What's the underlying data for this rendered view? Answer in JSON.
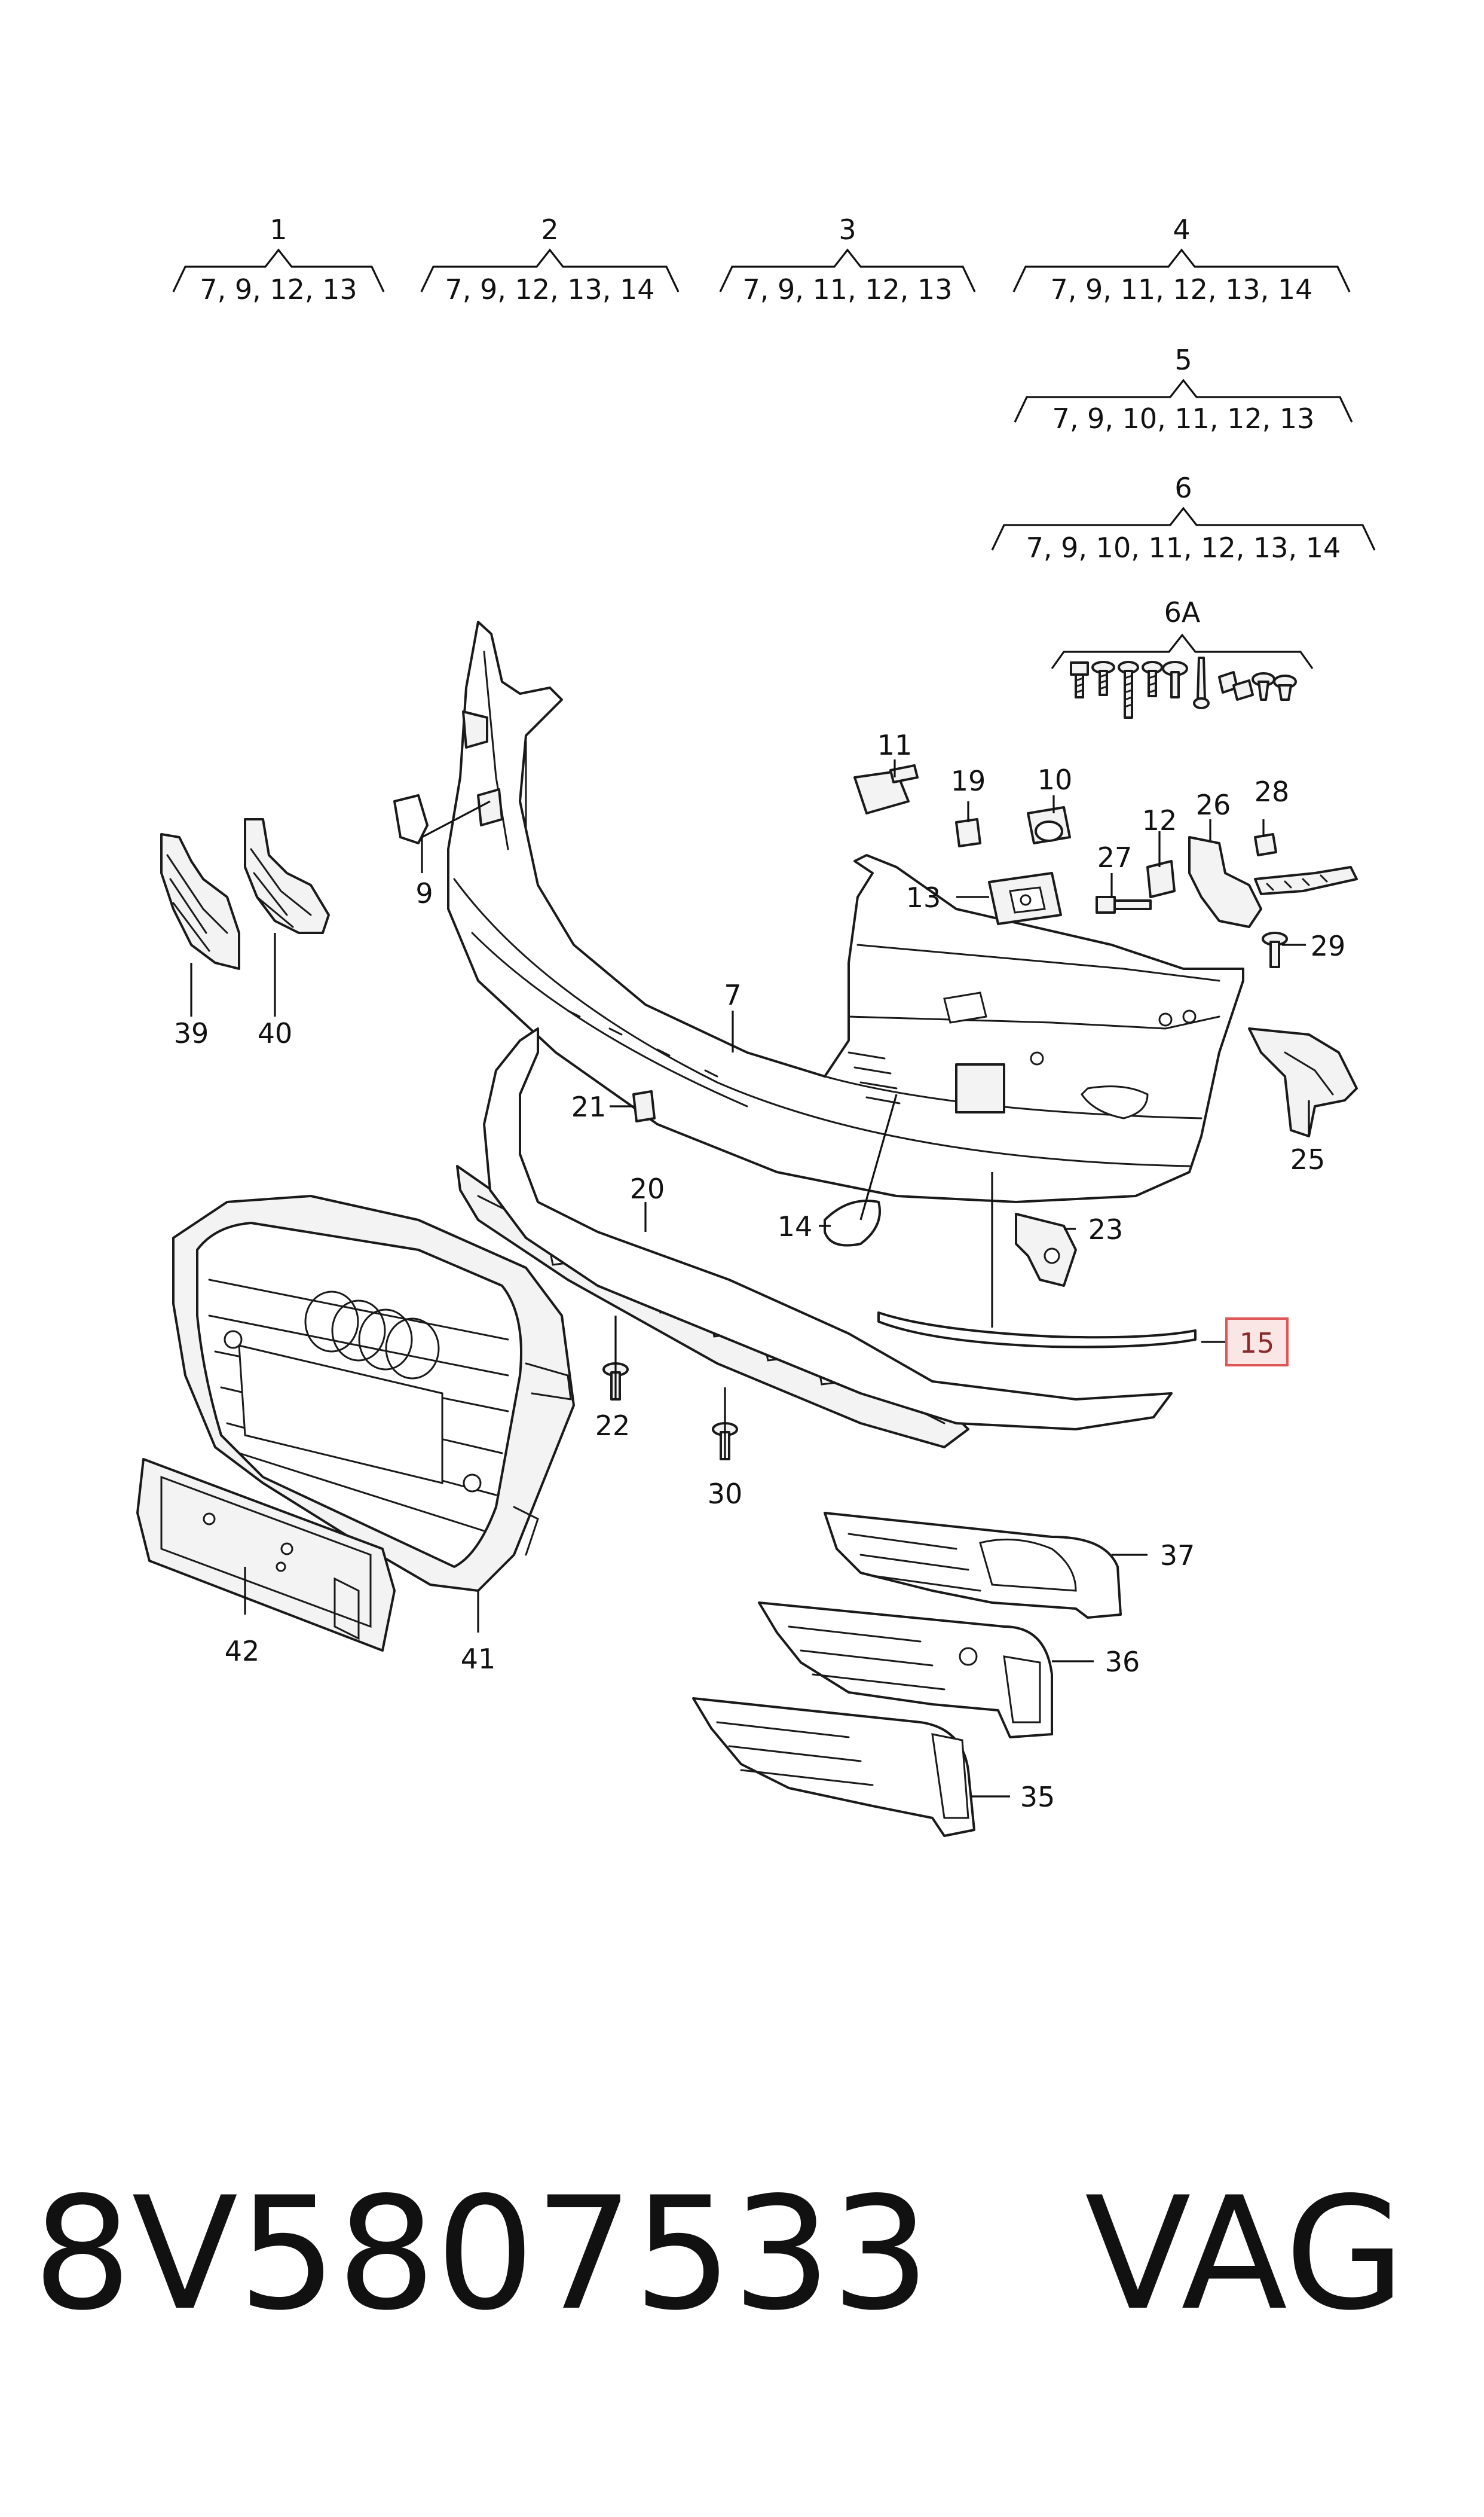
{
  "kits": [
    {
      "number": "1",
      "items": "7, 9, 12, 13"
    },
    {
      "number": "2",
      "items": "7, 9, 12, 13, 14"
    },
    {
      "number": "3",
      "items": "7, 9, 11, 12, 13"
    },
    {
      "number": "4",
      "items": "7, 9, 11, 12, 13, 14"
    },
    {
      "number": "5",
      "items": "7, 9, 10, 11, 12, 13"
    },
    {
      "number": "6",
      "items": "7, 9, 10, 11, 12, 13, 14"
    },
    {
      "number": "6A",
      "items": ""
    }
  ],
  "callouts": {
    "p7": "7",
    "p9": "9",
    "p10": "10",
    "p11": "11",
    "p12": "12",
    "p13": "13",
    "p14": "14",
    "p15": "15",
    "p19": "19",
    "p20": "20",
    "p21": "21",
    "p22": "22",
    "p23": "23",
    "p25": "25",
    "p26": "26",
    "p27": "27",
    "p28": "28",
    "p29": "29",
    "p30": "30",
    "p35": "35",
    "p36": "36",
    "p37": "37",
    "p39": "39",
    "p40": "40",
    "p41": "41",
    "p42": "42"
  },
  "highlight_color": "#e05555",
  "footer": {
    "part_number": "8V5807533",
    "brand": "VAG"
  }
}
